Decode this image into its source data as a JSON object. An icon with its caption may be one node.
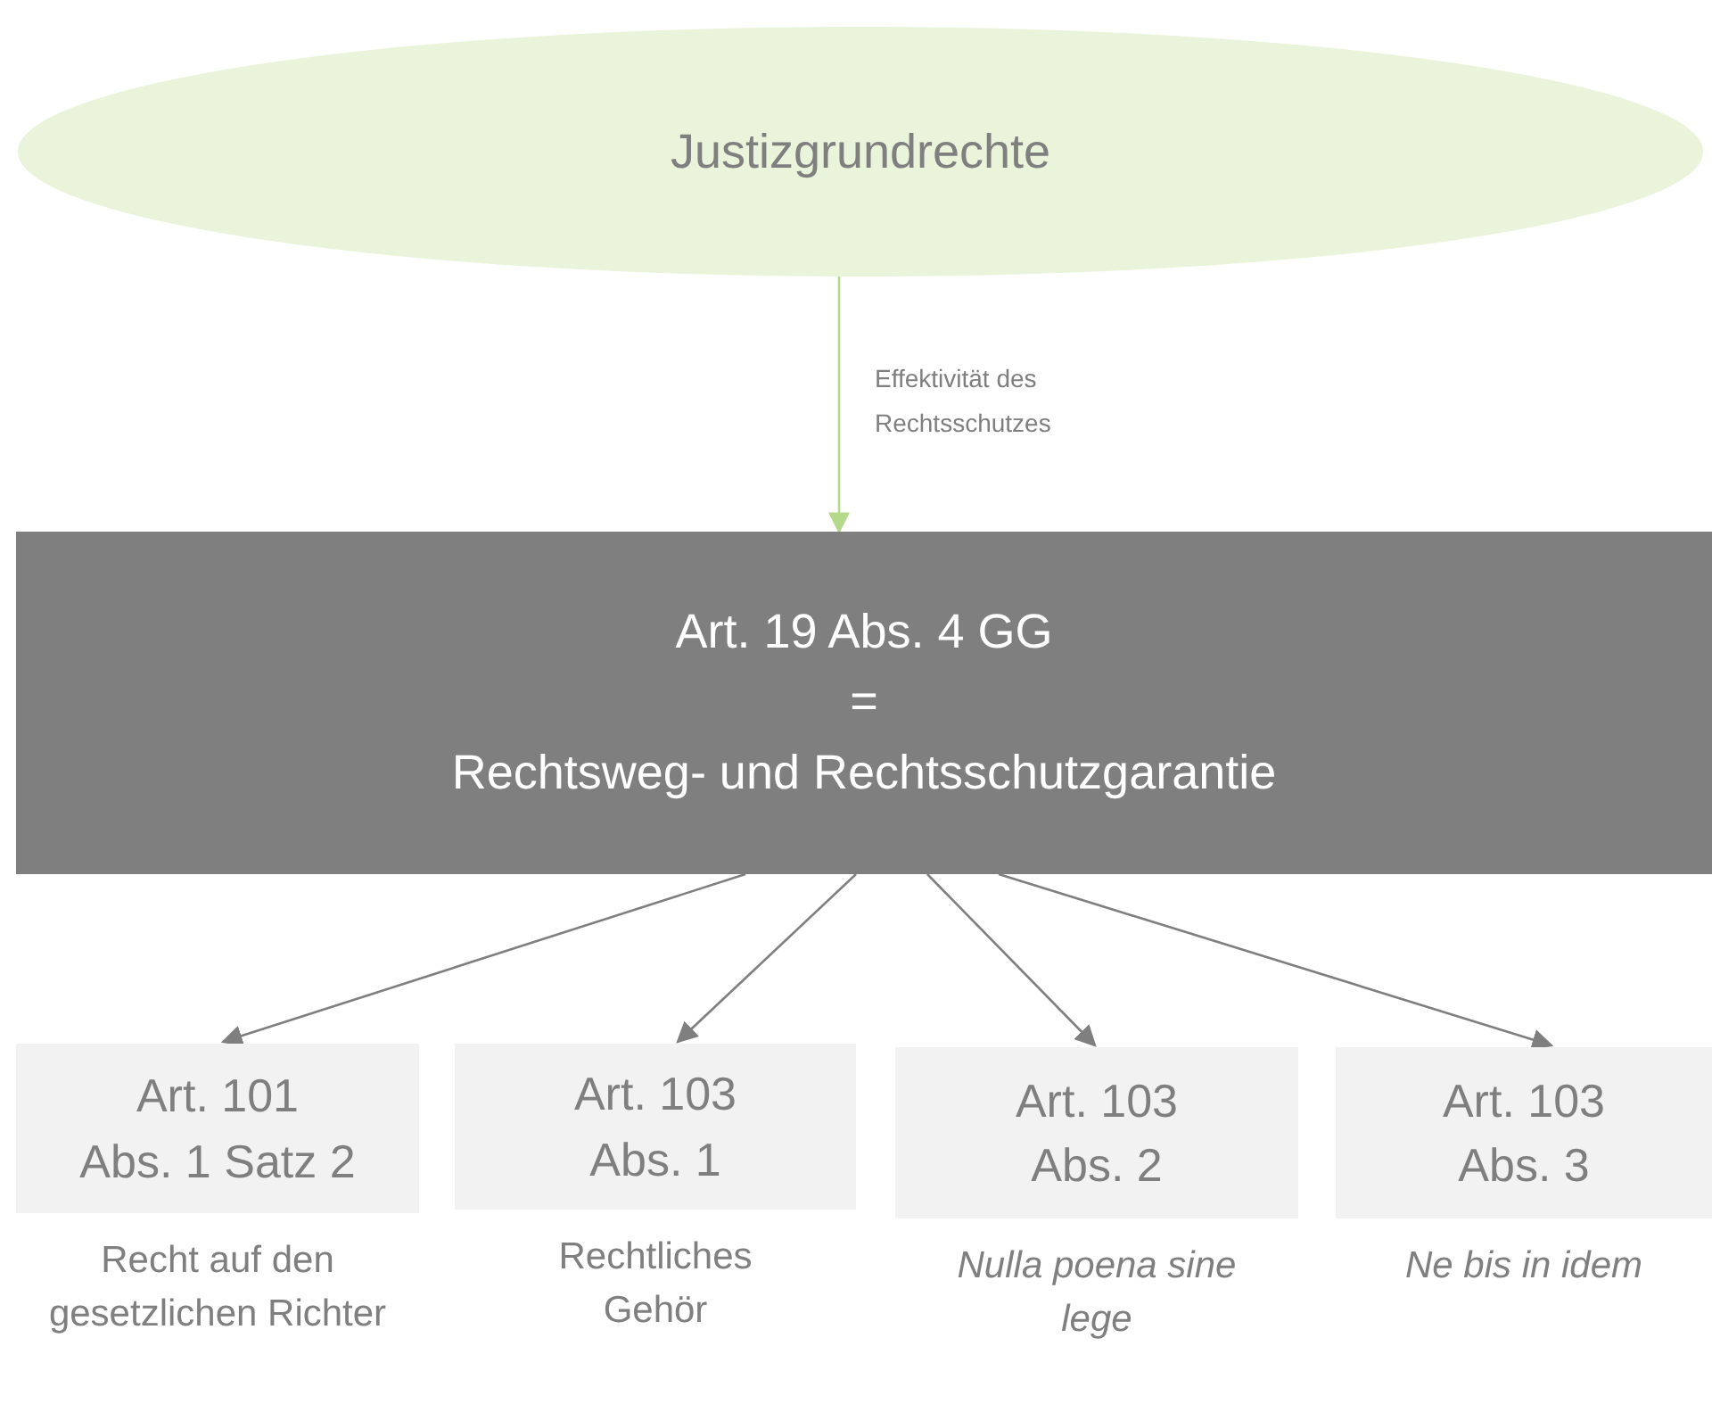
{
  "diagram": {
    "nodes": [
      {
        "text": [
          "Justizgrundrechte"
        ]
      },
      {
        "text": [
          "Art. 19 Abs. 4 GG",
          "=",
          "Rechtsweg- und Rechtsschutzgarantie"
        ]
      },
      {
        "text": [
          "Art. 101 Abs. 1 Satz 2"
        ],
        "beside": [
          "Recht auf den gesetzlichen Richter"
        ]
      },
      {
        "text": [
          "Art. 103 Abs. 1"
        ],
        "beside": [
          "Rechtliches Gehör"
        ]
      },
      {
        "text": [
          "Art. 103 Abs. 2"
        ],
        "beside": [
          "Nulla poena sine lege"
        ]
      },
      {
        "text": [
          "Art. 103 Abs. 3"
        ],
        "beside": [
          "Ne bis in idem"
        ]
      }
    ],
    "edges": [
      {
        "from": 0,
        "to": 1,
        "arrow": "to",
        "label": "Effektivität des Rechtsschutzes",
        "color": "#b5d98a"
      },
      {
        "from": 1,
        "to": 2,
        "arrow": "to"
      },
      {
        "from": 1,
        "to": 3,
        "arrow": "to"
      },
      {
        "from": 1,
        "to": 4,
        "arrow": "to"
      },
      {
        "from": 1,
        "to": 5,
        "arrow": "to"
      }
    ]
  }
}
